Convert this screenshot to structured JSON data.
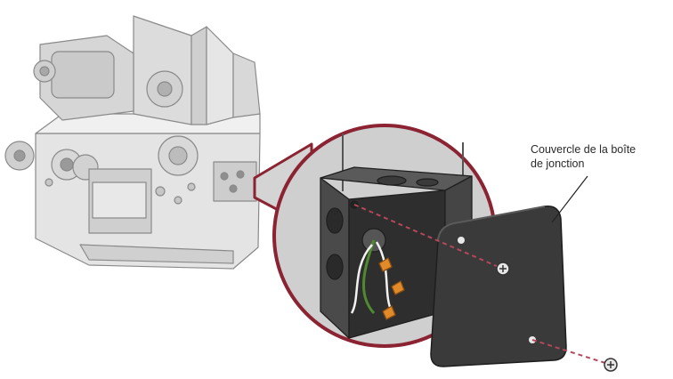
{
  "callout": {
    "line1": "Couvercle de la boîte",
    "line2": "de jonction"
  },
  "colors": {
    "machine_fill": "#e3e3e3",
    "machine_stroke": "#8a8a8a",
    "zoom_ring": "#8b2332",
    "junction_box": "#3e3e3e",
    "cover": "#3a3a3a",
    "screw_path": "#b5485a",
    "wire_nut": "#e08a2a",
    "wire_green": "#4f8a2e"
  },
  "icons": {
    "operator": "operator-machine-illustration",
    "box": "junction-box-illustration",
    "cover": "junction-box-cover-illustration",
    "screws": "screw-icon"
  }
}
